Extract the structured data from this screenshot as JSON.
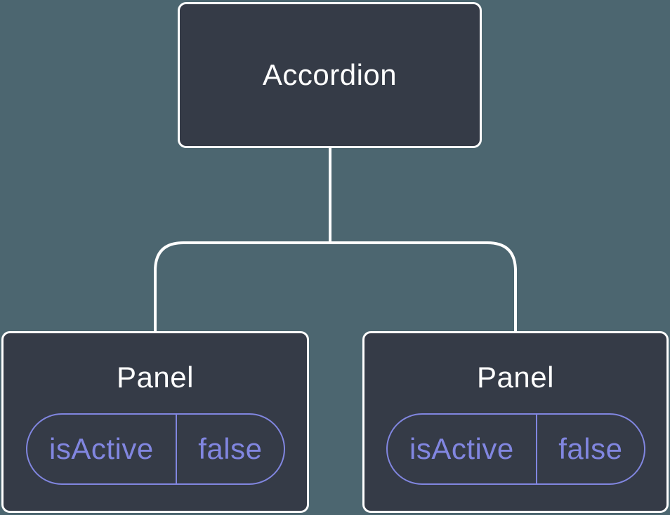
{
  "diagram": {
    "description": "component-tree-diagram",
    "root": {
      "label": "Accordion"
    },
    "panels": [
      {
        "label": "Panel",
        "state": {
          "name": "isActive",
          "value": "false"
        }
      },
      {
        "label": "Panel",
        "state": {
          "name": "isActive",
          "value": "false"
        }
      }
    ],
    "colors": {
      "background": "#4C6670",
      "node_fill": "#353B47",
      "node_border": "#FFFFFF",
      "connector_line": "#FFFFFF",
      "state_accent": "#8186E0",
      "label_text": "#FFFFFF"
    }
  }
}
